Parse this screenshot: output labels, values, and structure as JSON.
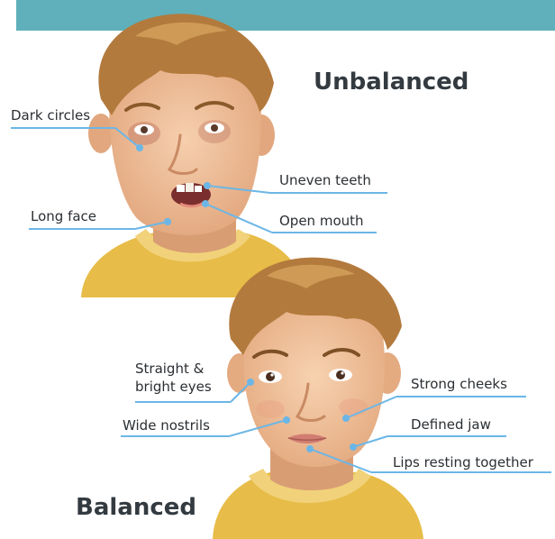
{
  "titles": {
    "unbalanced": "Unbalanced",
    "balanced": "Balanced"
  },
  "unbalanced_labels": {
    "dark_circles": "Dark circles",
    "long_face": "Long face",
    "uneven_teeth": "Uneven teeth",
    "open_mouth": "Open mouth"
  },
  "balanced_labels": {
    "eyes_line1": "Straight &",
    "eyes_line2": "bright eyes",
    "wide_nostrils": "Wide nostrils",
    "strong_cheeks": "Strong cheeks",
    "defined_jaw": "Defined jaw",
    "lips_resting": "Lips resting together"
  },
  "colors": {
    "banner": "#5fb0ba",
    "leader_line": "#6cb6e6",
    "skin": "#f0c09a",
    "hair": "#b37a3d",
    "shirt": "#e7bc48",
    "title_text": "#333a40"
  }
}
